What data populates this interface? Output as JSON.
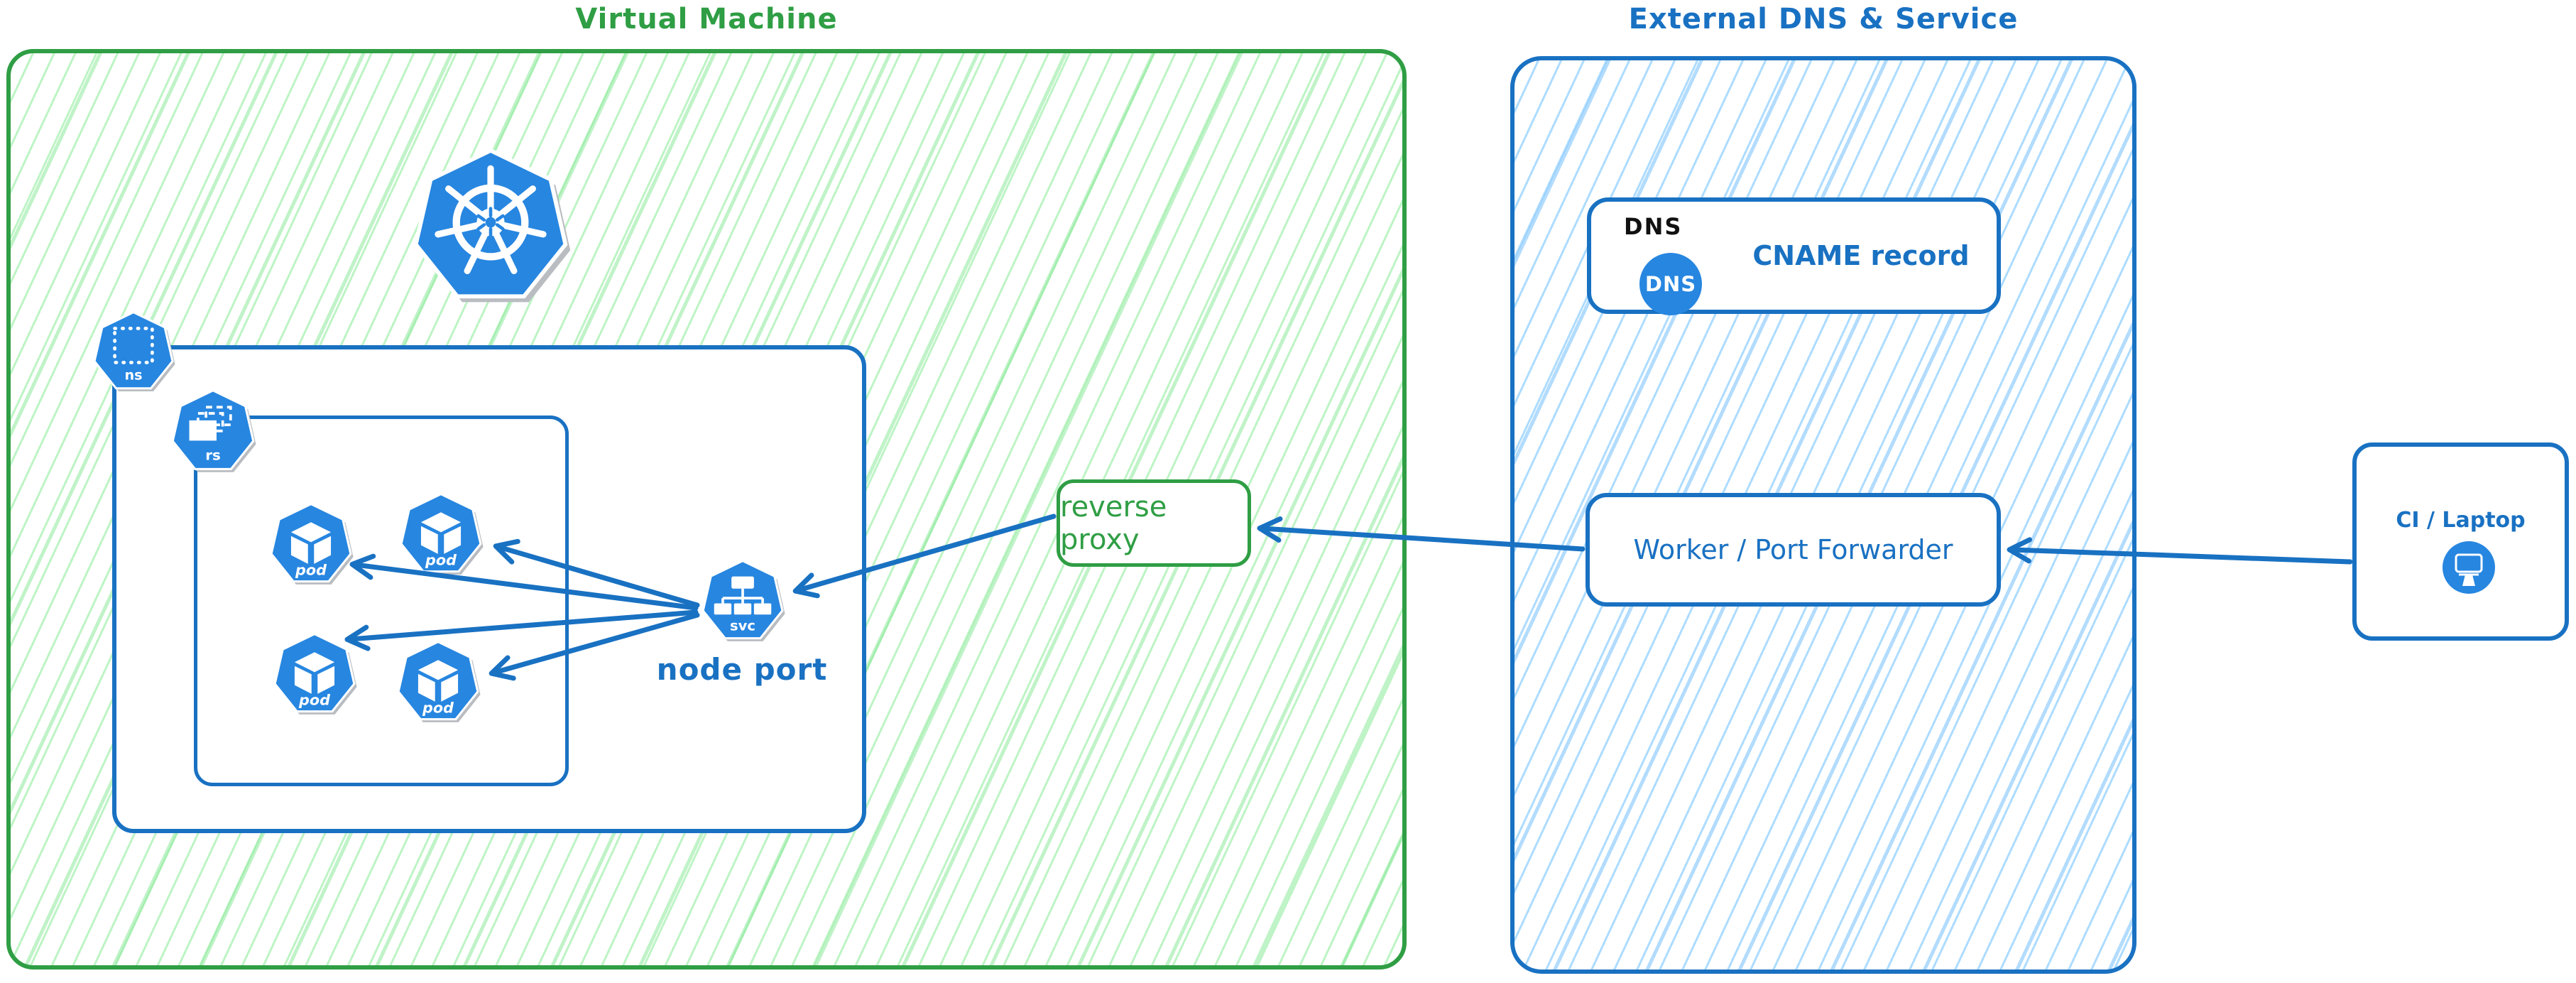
{
  "diagram": {
    "vm_region": {
      "title": "Virtual Machine"
    },
    "external_region": {
      "title": "External DNS & Service"
    },
    "nodes": {
      "namespace_label": "ns",
      "replicaset_label": "rs",
      "pod_label": "pod",
      "service_label": "svc",
      "node_port_caption": "node port",
      "reverse_proxy_label": "reverse proxy",
      "dns_header": "DNS",
      "dns_badge": "DNS",
      "cname_record_label": "CNAME record",
      "worker_label": "Worker / Port Forwarder",
      "ci_laptop_label": "CI / Laptop"
    },
    "icons": [
      "kubernetes-logo-icon",
      "namespace-icon",
      "replicaset-icon",
      "pod-icon",
      "service-icon",
      "dns-badge",
      "monitor-icon"
    ],
    "edges": [
      {
        "from": "ci-laptop",
        "to": "worker-port-forwarder"
      },
      {
        "from": "worker-port-forwarder",
        "to": "reverse-proxy"
      },
      {
        "from": "reverse-proxy",
        "to": "node-port-service"
      },
      {
        "from": "node-port-service",
        "to": "pod-1"
      },
      {
        "from": "node-port-service",
        "to": "pod-2"
      },
      {
        "from": "node-port-service",
        "to": "pod-3"
      },
      {
        "from": "node-port-service",
        "to": "pod-4"
      }
    ],
    "colors": {
      "green_stroke": "#2f9e44",
      "green_hatch": "#b2f2bb",
      "blue_stroke": "#1971c2",
      "blue_hatch": "#a5d8ff",
      "icon_blue": "#2786e0",
      "dns_header_text": "#111111",
      "background": "#ffffff"
    }
  }
}
